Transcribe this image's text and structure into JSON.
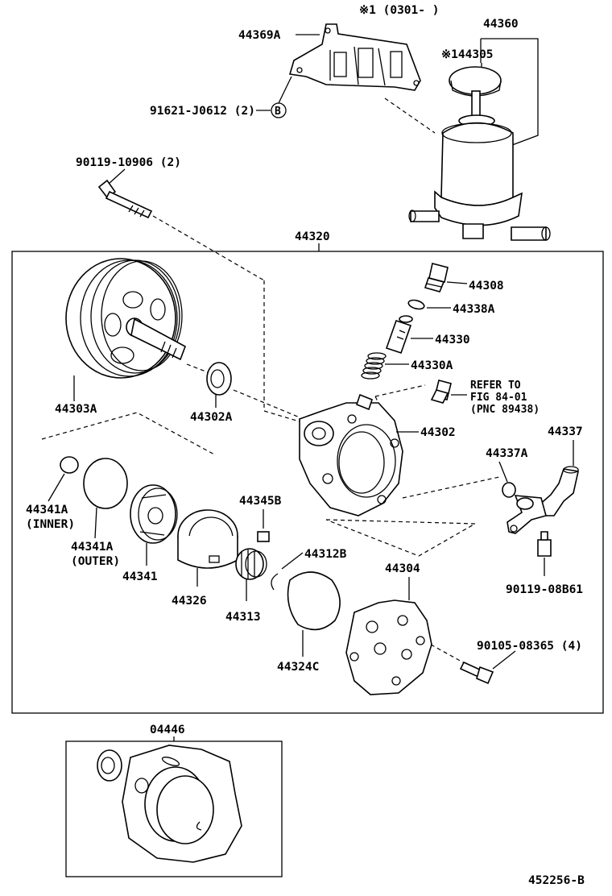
{
  "header_note": "※1 (0301-     )",
  "labels": {
    "l44369a": "44369A",
    "l44360": "44360",
    "l44305": "※144305",
    "l91621": "91621-J0612 (2)",
    "lB": "B",
    "l90119a": "90119-10906 (2)",
    "l44320": "44320",
    "l44308": "44308",
    "l44338a": "44338A",
    "l44330": "44330",
    "l44330a": "44330A",
    "refer1": "REFER TO",
    "refer2": "FIG 84-01",
    "refer3": "(PNC 89438)",
    "l44303a": "44303A",
    "l44302a": "44302A",
    "l44302": "44302",
    "l44337": "44337",
    "l44337a": "44337A",
    "l44341a_inner": "44341A",
    "inner": "(INNER)",
    "l44341a_outer": "44341A",
    "outer": "(OUTER)",
    "l44341": "44341",
    "l44326": "44326",
    "l44313": "44313",
    "l44345b": "44345B",
    "l44312b": "44312B",
    "l44324c": "44324C",
    "l44304": "44304",
    "l90119b": "90119-08B61",
    "l90105": "90105-08365 (4)",
    "l04446": "04446",
    "figno": "452256-B"
  }
}
